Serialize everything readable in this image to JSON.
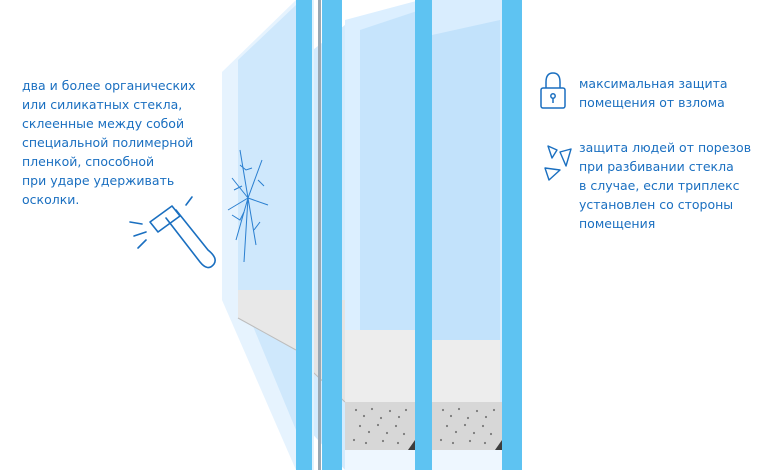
{
  "left_description": {
    "lines": [
      "два и более органических",
      "или силикатных стекла,",
      "склеенные между собой",
      "специальной полимерной",
      "пленкой, способной",
      "при ударе удерживать",
      "осколки."
    ]
  },
  "right_features": [
    {
      "icon": "padlock-icon",
      "lines": [
        "максимальная защита",
        "помещения от взлома"
      ]
    },
    {
      "icon": "shards-icon",
      "lines": [
        "защита людей от порезов",
        "при разбивании стекла",
        "в случае, если триплекс",
        "установлен со стороны",
        "помещения"
      ]
    }
  ],
  "colors": {
    "text": "#1a6fc0",
    "glass_edge": "#5ec3f2",
    "glass_light": "#dcefff",
    "glass_mid": "#bfe1fb",
    "line": "#2a7fd0",
    "spacer": "#d7d7d7",
    "spacer_dark": "#4a4a4a"
  }
}
